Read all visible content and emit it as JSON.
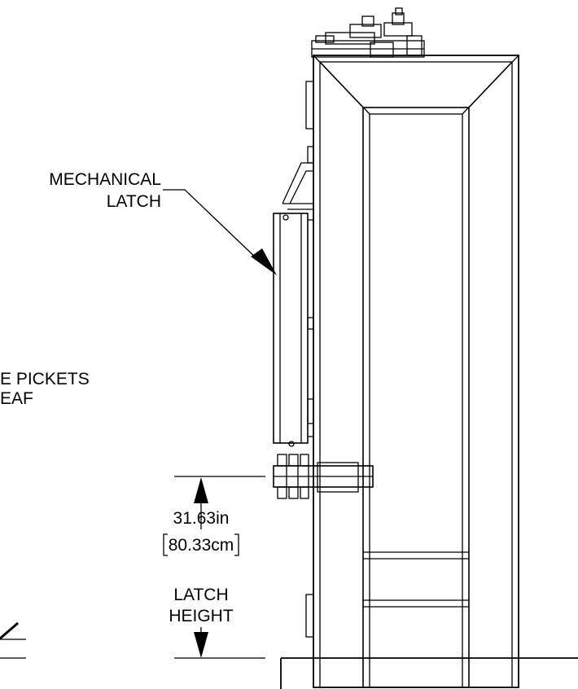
{
  "callouts": {
    "mechanical_latch": {
      "line1": "MECHANICAL",
      "line2": "LATCH"
    },
    "pickets": {
      "line1": "E PICKETS",
      "line2": "EAF"
    }
  },
  "dimension": {
    "imperial": "31.63in",
    "metric": "80.33cm",
    "label_line1": "LATCH",
    "label_line2": "HEIGHT"
  },
  "colors": {
    "line": "#000000",
    "background": "#ffffff"
  }
}
